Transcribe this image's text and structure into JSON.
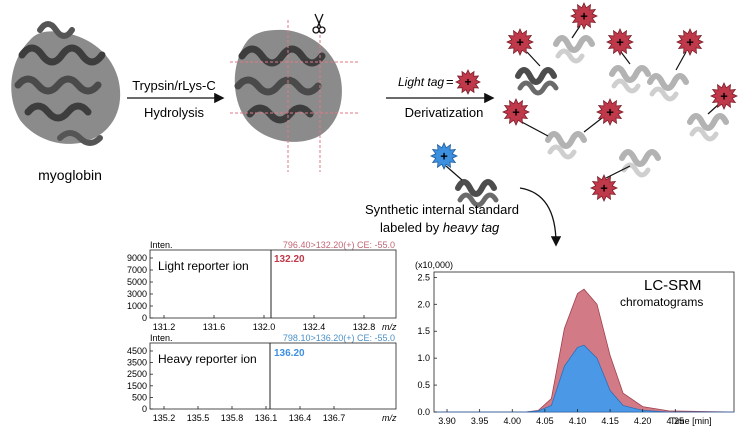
{
  "workflow": {
    "protein_label": "myoglobin",
    "step1_enzyme": "Trypsin/rLys-C",
    "step1_process": "Hydrolysis",
    "light_tag_label": "Light tag",
    "equals_sign": "=",
    "step2_process": "Derivatization",
    "charge_symbol": "+",
    "standard_line1": "Synthetic internal standard",
    "standard_line2_prefix": "labeled by",
    "standard_line2_emph": "heavy tag",
    "colors": {
      "light_tag": "#c0394b",
      "heavy_tag": "#3d8fe0",
      "protein": "#555555",
      "cut_line": "#e07a8a"
    }
  },
  "ms_light": {
    "y_title": "Inten.",
    "transition": "796.40>132.20(+) CE: -55.0",
    "ion_label": "Light reporter ion",
    "peak_label": "132.20",
    "peak_mz": 132.2,
    "yticks": [
      "9000",
      "7000",
      "5000",
      "3000",
      "1000",
      "0"
    ],
    "xticks": [
      "131.2",
      "131.6",
      "132.0",
      "132.4",
      "132.8"
    ],
    "x_unit": "m/z"
  },
  "ms_heavy": {
    "y_title": "Inten.",
    "transition": "798.10>136.20(+) CE: -55.0",
    "ion_label": "Heavy reporter ion",
    "peak_label": "136.20",
    "peak_mz": 136.2,
    "yticks": [
      "4500",
      "3500",
      "2500",
      "1500",
      "500",
      "0"
    ],
    "xticks": [
      "135.2",
      "135.5",
      "135.8",
      "136.1",
      "136.4",
      "136.7"
    ],
    "x_unit": "m/z"
  },
  "chart_data": {
    "type": "area",
    "title": "LC-SRM",
    "subtitle": "chromatograms",
    "y_multiplier": "(x10,000)",
    "xlabel": "Time [min]",
    "xlim": [
      3.88,
      4.34
    ],
    "ylim": [
      0,
      2.6
    ],
    "x_ticks": [
      "3.90",
      "3.95",
      "4.00",
      "4.05",
      "4.10",
      "4.15",
      "4.20",
      "4.25"
    ],
    "y_ticks": [
      "0.0",
      "0.5",
      "1.0",
      "1.5",
      "2.0",
      "2.5"
    ],
    "series": [
      {
        "color": "#d37a87",
        "x": [
          3.88,
          4.02,
          4.04,
          4.06,
          4.08,
          4.1,
          4.11,
          4.13,
          4.15,
          4.17,
          4.2,
          4.24,
          4.34
        ],
        "y": [
          0.0,
          0.0,
          0.03,
          0.25,
          1.55,
          2.2,
          2.28,
          2.0,
          1.05,
          0.35,
          0.1,
          0.02,
          0.0
        ]
      },
      {
        "color": "#4a98e6",
        "x": [
          3.88,
          4.02,
          4.04,
          4.06,
          4.08,
          4.1,
          4.11,
          4.13,
          4.15,
          4.17,
          4.2,
          4.24,
          4.34
        ],
        "y": [
          0.0,
          0.0,
          0.02,
          0.12,
          0.85,
          1.2,
          1.24,
          1.0,
          0.4,
          0.12,
          0.03,
          0.0,
          0.0
        ]
      }
    ]
  }
}
